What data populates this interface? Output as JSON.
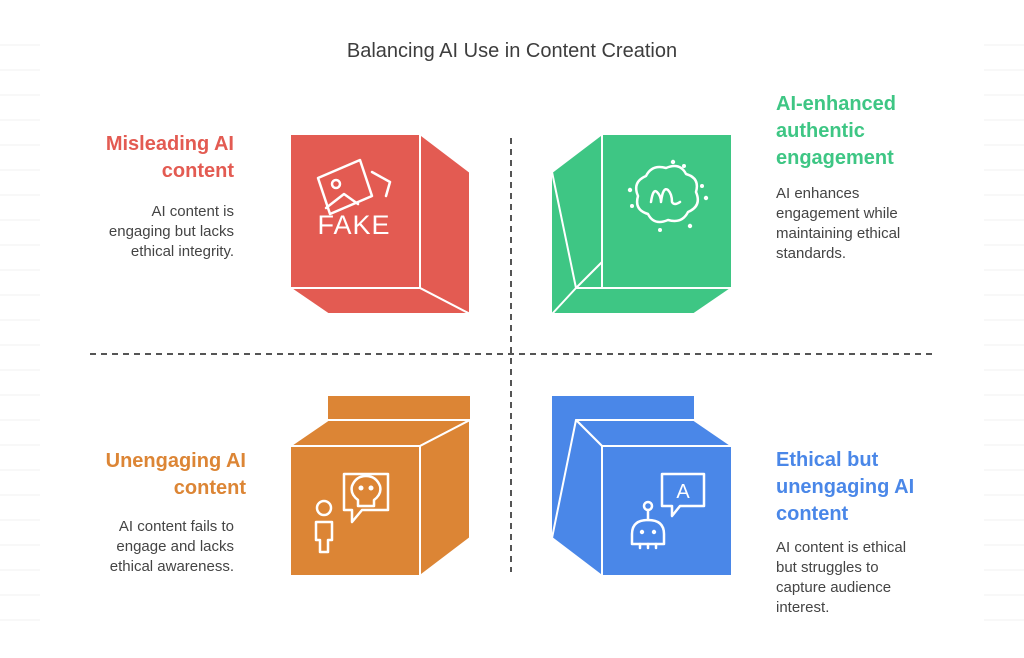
{
  "title": "Balancing AI Use in Content Creation",
  "colors": {
    "red": "#e35b52",
    "green": "#3ec684",
    "orange": "#dc8535",
    "blue": "#4a87e8",
    "axis": "#555555"
  },
  "quadrants": {
    "top_left": {
      "title_lines": [
        "Misleading AI",
        "content"
      ],
      "desc_lines": [
        "AI content is",
        "engaging but lacks",
        "ethical integrity."
      ],
      "icon_label": "FAKE",
      "icon": "fake-photo-icon"
    },
    "top_right": {
      "title_lines": [
        "AI-enhanced",
        "authentic",
        "engagement"
      ],
      "desc_lines": [
        "AI enhances",
        "engagement while",
        "maintaining ethical",
        "standards."
      ],
      "icon": "sparkle-m-icon"
    },
    "bottom_left": {
      "title_lines": [
        "Unengaging AI",
        "content"
      ],
      "desc_lines": [
        "AI content fails to",
        "engage and lacks",
        "ethical awareness."
      ],
      "icon": "person-skull-bubble-icon"
    },
    "bottom_right": {
      "title_lines": [
        "Ethical but",
        "unengaging AI",
        "content"
      ],
      "desc_lines": [
        "AI content is ethical",
        "but struggles to",
        "capture audience",
        "interest."
      ],
      "icon_label": "A",
      "icon": "robot-chat-icon"
    }
  }
}
